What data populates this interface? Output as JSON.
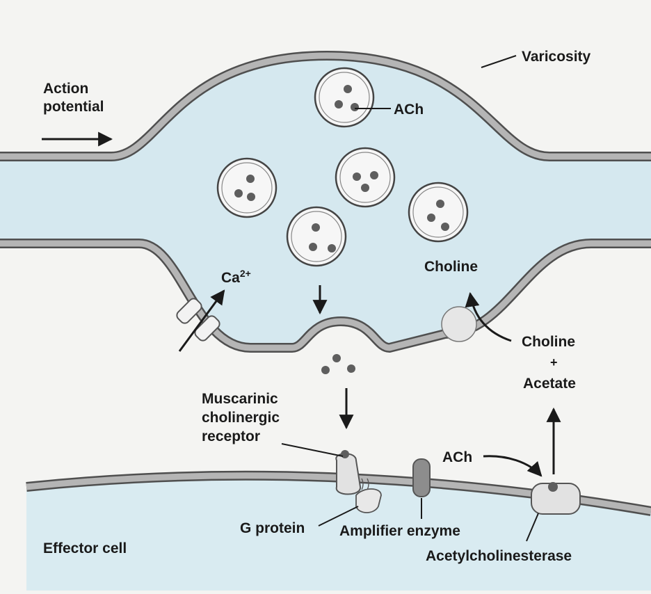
{
  "labels": {
    "varicosity": "Varicosity",
    "ach_vesicle": "ACh",
    "action_potential_line1": "Action",
    "action_potential_line2": "potential",
    "calcium_base": "Ca",
    "calcium_sup": "2+",
    "choline_upper": "Choline",
    "choline_lower": "Choline",
    "plus": "+",
    "acetate": "Acetate",
    "receptor_line1": "Muscarinic",
    "receptor_line2": "cholinergic",
    "receptor_line3": "receptor",
    "ach_cleft": "ACh",
    "g_protein": "G protein",
    "amplifier_enzyme": "Amplifier enzyme",
    "effector_cell": "Effector cell",
    "acetylcholinesterase": "Acetylcholinesterase"
  },
  "colors": {
    "background": "#f4f4f2",
    "axon_fill": "#d5e8ef",
    "membrane": "#a9a9a9",
    "membrane_edge": "#555555",
    "vesicle_fill": "#f6f6f6",
    "ach_dot": "#5e5e5e",
    "effector_fill": "#d9ebf1",
    "protein_fill": "#e2e2e2",
    "enzyme_fill": "#8d8d8d"
  }
}
